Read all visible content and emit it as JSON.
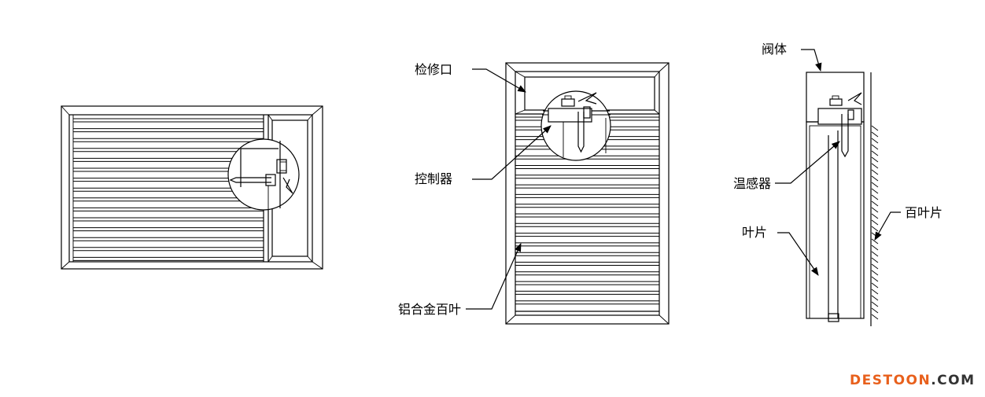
{
  "labels": {
    "inspection_port": "检修口",
    "controller": "控制器",
    "aluminum_louver": "铝合金百叶",
    "valve_body": "阀体",
    "temperature_sensor": "温感器",
    "blade": "叶片",
    "louver_blade": "百叶片"
  },
  "watermark": {
    "brand": "DESTOON",
    "suffix": ".COM",
    "brand_color": "#e8601c",
    "suffix_color": "#333333"
  },
  "colors": {
    "line": "#000000",
    "background": "#ffffff"
  }
}
